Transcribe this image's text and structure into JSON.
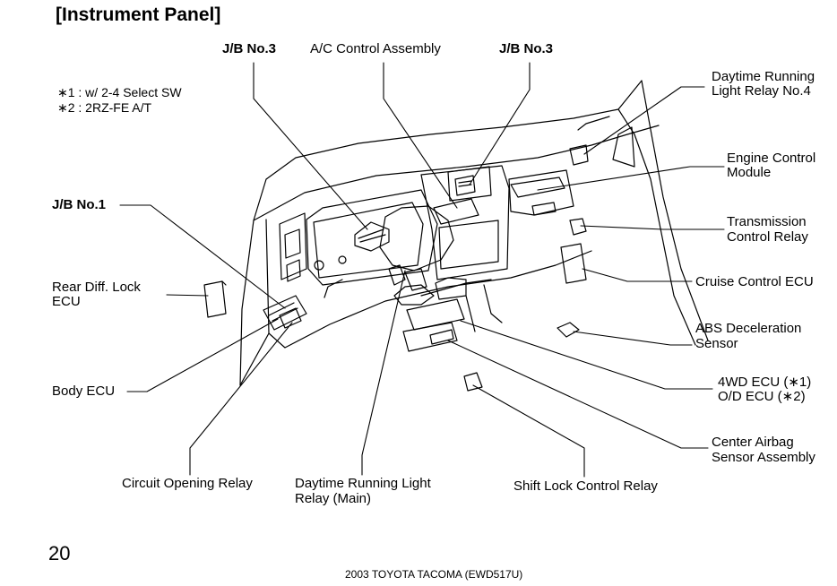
{
  "title": "[Instrument Panel]",
  "notes": [
    "∗1 : w/ 2-4 Select SW",
    "∗2 : 2RZ-FE A/T"
  ],
  "labels": {
    "jb3_left": "J/B No.3",
    "ac_control": "A/C Control Assembly",
    "jb3_right": "J/B No.3",
    "drl_relay4_1": "Daytime Running",
    "drl_relay4_2": "Light Relay No.4",
    "ecm_1": "Engine Control",
    "ecm_2": "Module",
    "jb1": "J/B No.1",
    "tcr_1": "Transmission",
    "tcr_2": "Control Relay",
    "cruise": "Cruise Control ECU",
    "rear_diff_1": "Rear Diff. Lock",
    "rear_diff_2": "ECU",
    "abs_1": "ABS Deceleration",
    "abs_2": "Sensor",
    "body_ecu": "Body ECU",
    "fwd_1": "4WD ECU (∗1)",
    "fwd_2": "O/D ECU (∗2)",
    "airbag_1": "Center Airbag",
    "airbag_2": "Sensor Assembly",
    "cor": "Circuit Opening Relay",
    "drl_main_1": "Daytime Running Light",
    "drl_main_2": "Relay (Main)",
    "shift_lock": "Shift Lock Control Relay"
  },
  "page_number": "20",
  "footer": "2003 TOYOTA TACOMA (EWD517U)"
}
